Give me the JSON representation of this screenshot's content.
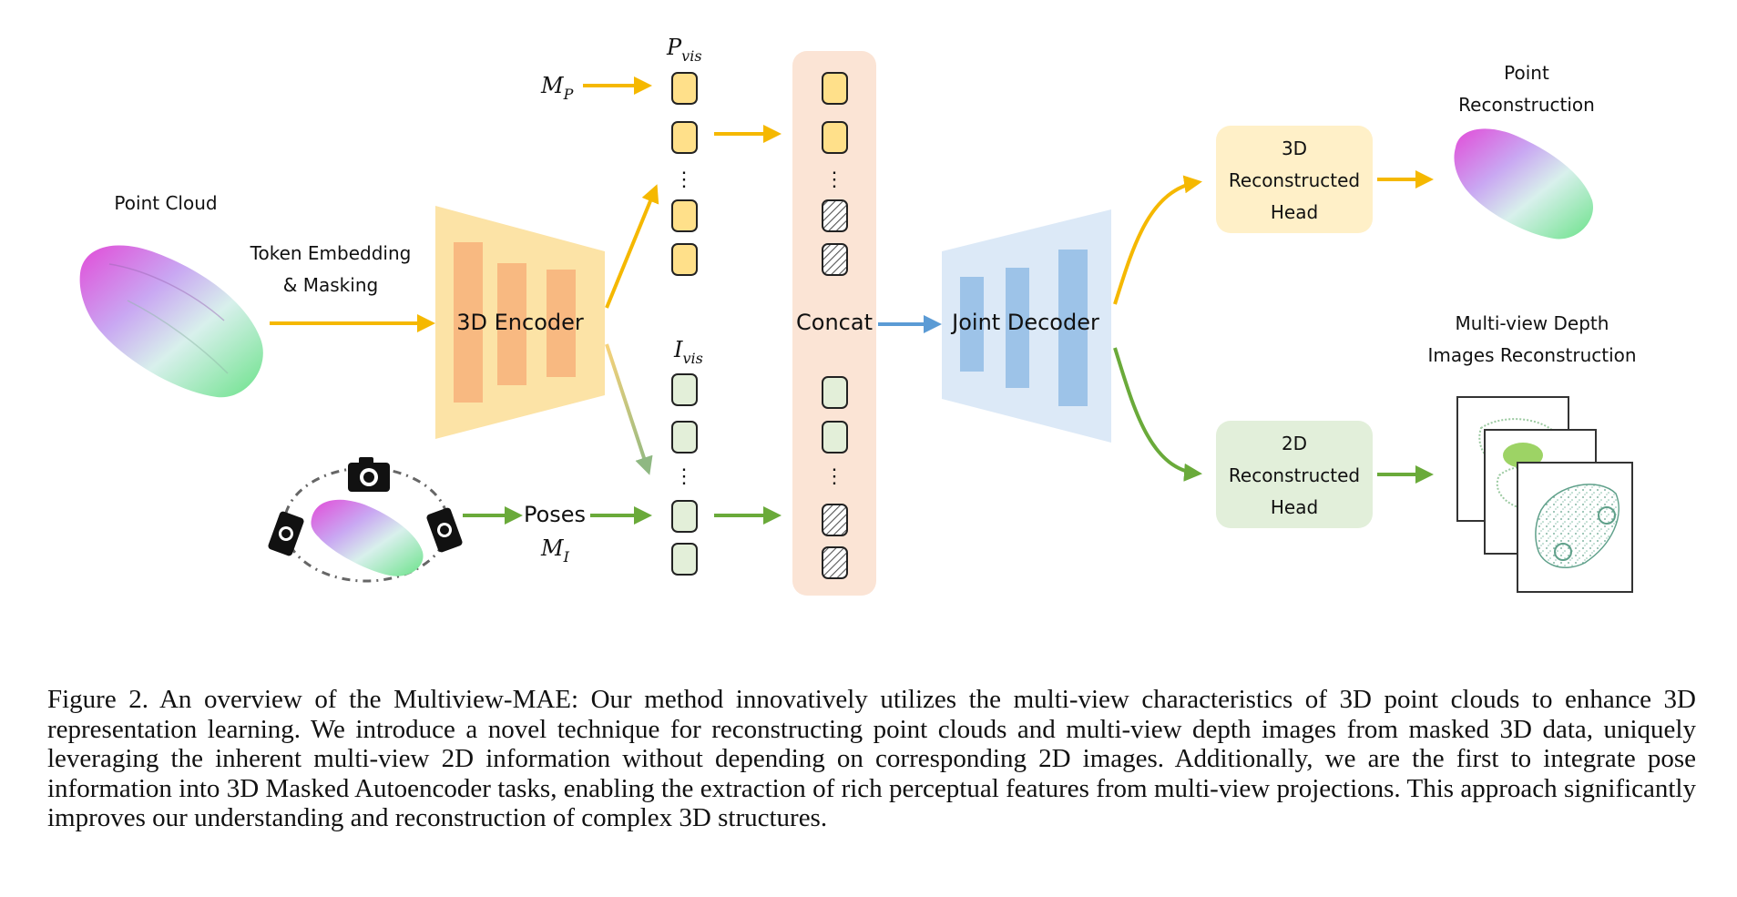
{
  "colors": {
    "yellow_arrow": "#F5B800",
    "green_arrow": "#6AAA3A",
    "blue_arrow": "#5B9BD5",
    "encoder_fill": "#FCE3A6",
    "encoder_bars": "#F7B27A",
    "decoder_fill": "#DCE9F7",
    "decoder_bars": "#9DC3E8",
    "concat_fill": "#FBE4D5",
    "token_yellow": "#FFE08A",
    "token_green": "#E3EFD9",
    "head_yellow": "#FFF0C8",
    "head_green": "#E2EFDA"
  },
  "labels": {
    "point_cloud": "Point Cloud",
    "token_embedding_line1": "Token Embedding",
    "token_embedding_line2": "& Masking",
    "encoder": "3D Encoder",
    "mp_main": "M",
    "mp_sub": "P",
    "pvis_main": "P",
    "pvis_sub": "vis",
    "ivis_main": "I",
    "ivis_sub": "vis",
    "poses": "Poses",
    "mi_main": "M",
    "mi_sub": "I",
    "concat": "Concat",
    "decoder": "Joint Decoder",
    "head3d_line1": "3D",
    "head3d_line2": "Reconstructed",
    "head3d_line3": "Head",
    "head2d_line1": "2D",
    "head2d_line2": "Reconstructed",
    "head2d_line3": "Head",
    "point_recon_line1": "Point",
    "point_recon_line2": "Reconstruction",
    "depth_recon_line1": "Multi-view Depth",
    "depth_recon_line2": "Images Reconstruction",
    "dots": "⋮"
  },
  "icons": {
    "camera": "camera-icon",
    "point_cloud": "point-cloud-icon",
    "depth_image": "depth-image-icon"
  },
  "caption": "Figure 2.  An overview of the Multiview-MAE: Our method innovatively utilizes the multi-view characteristics of 3D point clouds to enhance 3D representation learning.  We introduce a novel technique for reconstructing point clouds and multi-view depth images from masked 3D data, uniquely leveraging the inherent multi-view 2D information without depending on corresponding 2D images. Additionally, we are the first to integrate pose information into 3D Masked Autoencoder tasks, enabling the extraction of rich perceptual features from multi-view projections. This approach significantly improves our understanding and reconstruction of complex 3D structures."
}
